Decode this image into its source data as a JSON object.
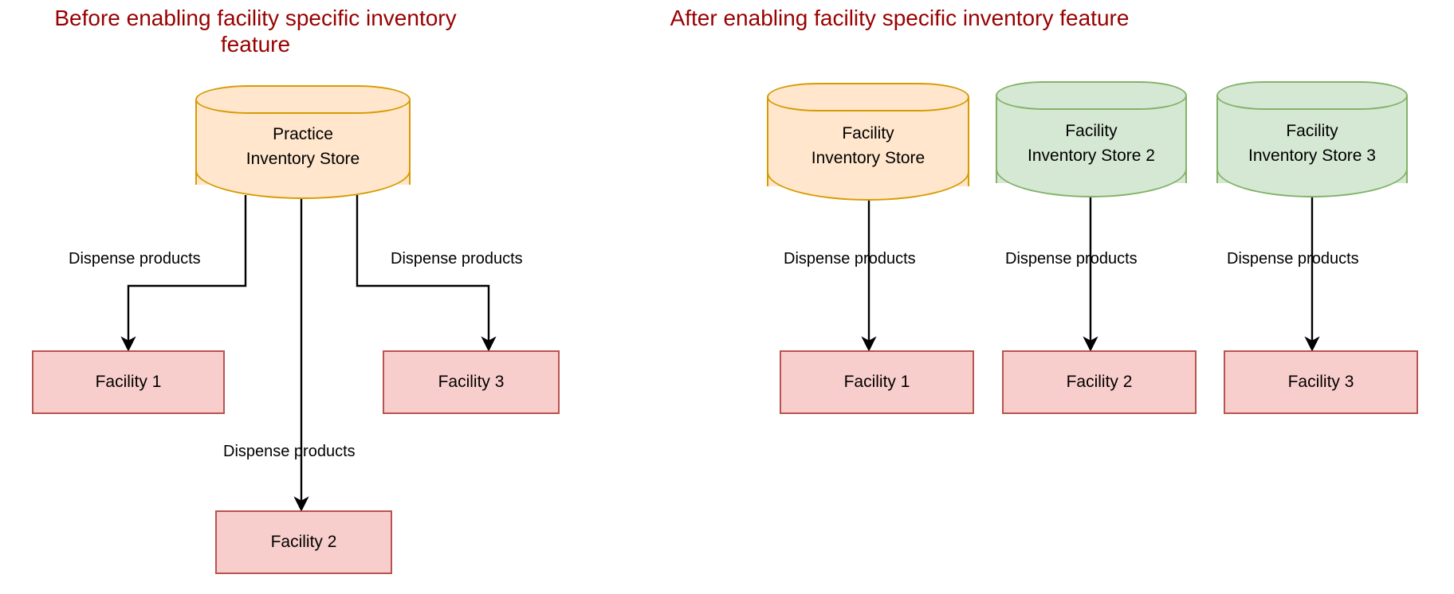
{
  "panels": [
    {
      "id": "before",
      "title": "Before enabling facility specific inventory feature",
      "store": {
        "label": "Practice\nInventory Store",
        "fill": "#ffe6cc",
        "stroke": "#d79b00"
      },
      "edges": [
        {
          "label": "Dispense products",
          "target": "Facility 1"
        },
        {
          "label": "Dispense products",
          "target": "Facility 2"
        },
        {
          "label": "Dispense products",
          "target": "Facility 3"
        }
      ],
      "facilities": [
        {
          "label": "Facility 1"
        },
        {
          "label": "Facility 2"
        },
        {
          "label": "Facility 3"
        }
      ]
    },
    {
      "id": "after",
      "title": "After enabling facility specific inventory feature",
      "stores": [
        {
          "label": "Facility\nInventory Store",
          "fill": "#ffe6cc",
          "stroke": "#d79b00"
        },
        {
          "label": "Facility\nInventory Store 2",
          "fill": "#d5e8d4",
          "stroke": "#82b366"
        },
        {
          "label": "Facility\nInventory Store 3",
          "fill": "#d5e8d4",
          "stroke": "#82b366"
        }
      ],
      "edges": [
        {
          "label": "Dispense products",
          "target": "Facility 1"
        },
        {
          "label": "Dispense products",
          "target": "Facility 2"
        },
        {
          "label": "Dispense products",
          "target": "Facility 3"
        }
      ],
      "facilities": [
        {
          "label": "Facility 1"
        },
        {
          "label": "Facility 2"
        },
        {
          "label": "Facility 3"
        }
      ]
    }
  ],
  "colors": {
    "title_text": "#990000",
    "store_orange_fill": "#ffe6cc",
    "store_orange_stroke": "#d79b00",
    "store_green_fill": "#d5e8d4",
    "store_green_stroke": "#82b366",
    "facility_fill": "#f8cecc",
    "facility_stroke": "#b85450",
    "edge_stroke": "#000000",
    "background": "#ffffff"
  }
}
